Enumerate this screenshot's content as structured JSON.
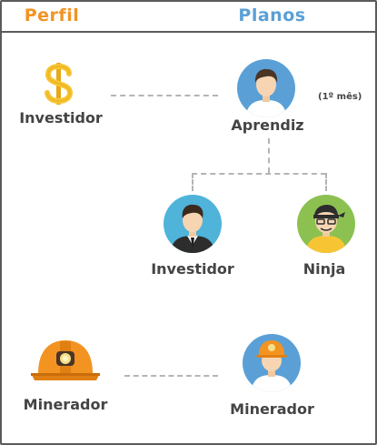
{
  "header": {
    "perfil": "Perfil",
    "planos": "Planos"
  },
  "perfil": {
    "investidor": {
      "label": "Investidor",
      "icon": "dollar-icon"
    },
    "minerador": {
      "label": "Minerador",
      "icon": "miner-helmet-icon"
    }
  },
  "planos": {
    "aprendiz": {
      "label": "Aprendiz",
      "note": "(1º mês)",
      "icon": "apprentice-avatar-icon"
    },
    "investidor": {
      "label": "Investidor",
      "icon": "businessman-avatar-icon"
    },
    "ninja": {
      "label": "Ninja",
      "icon": "ninja-avatar-icon"
    },
    "minerador": {
      "label": "Minerador",
      "icon": "miner-avatar-icon"
    }
  },
  "colors": {
    "perfil_header": "#f39322",
    "planos_header": "#5aa0d6",
    "avatar_blue": "#5aa0d6",
    "avatar_green": "#8cc152",
    "connector": "#b5b5b5"
  }
}
